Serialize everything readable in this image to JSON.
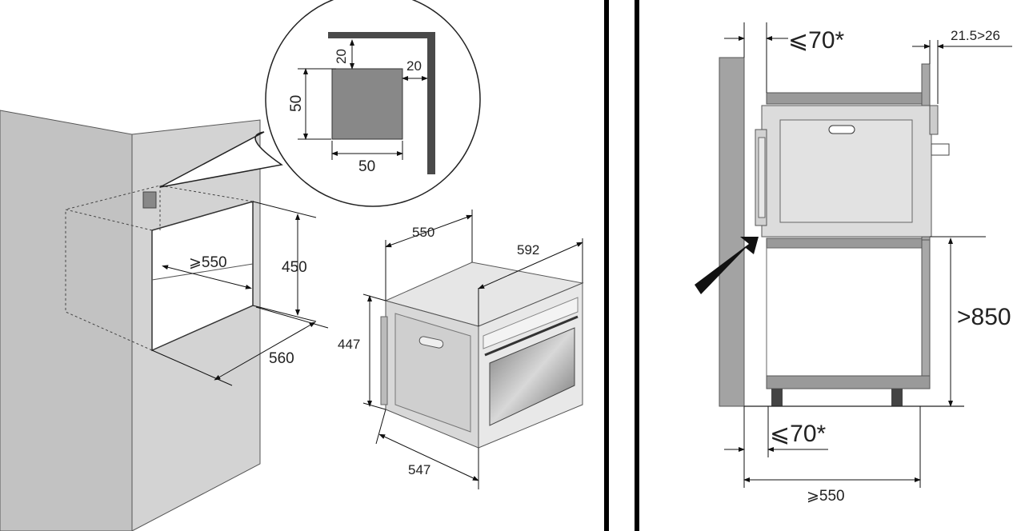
{
  "left_panel": {
    "detail": {
      "vent_height": "20",
      "vent_side": "20",
      "vent_square_height": "50",
      "vent_square_width": "50"
    },
    "cabinet": {
      "niche_depth_min": "⩾550",
      "niche_height": "450",
      "niche_width": "560"
    },
    "oven": {
      "depth_top": "550",
      "width_front": "592",
      "height_side": "447",
      "depth_bottom": "547"
    }
  },
  "right_panel": {
    "top_gap": "⩽70*",
    "rear_gap": "21.5>26",
    "worktop_height": ">850",
    "bottom_gap": "⩽70*",
    "min_depth": "⩾550"
  },
  "colors": {
    "wall": "#a3a3a3",
    "cabinet_side": "#d2d2d2",
    "cabinet_front": "#c4c4c4",
    "oven_body": "#dcdcdc",
    "dark": "#4a4a4a"
  }
}
